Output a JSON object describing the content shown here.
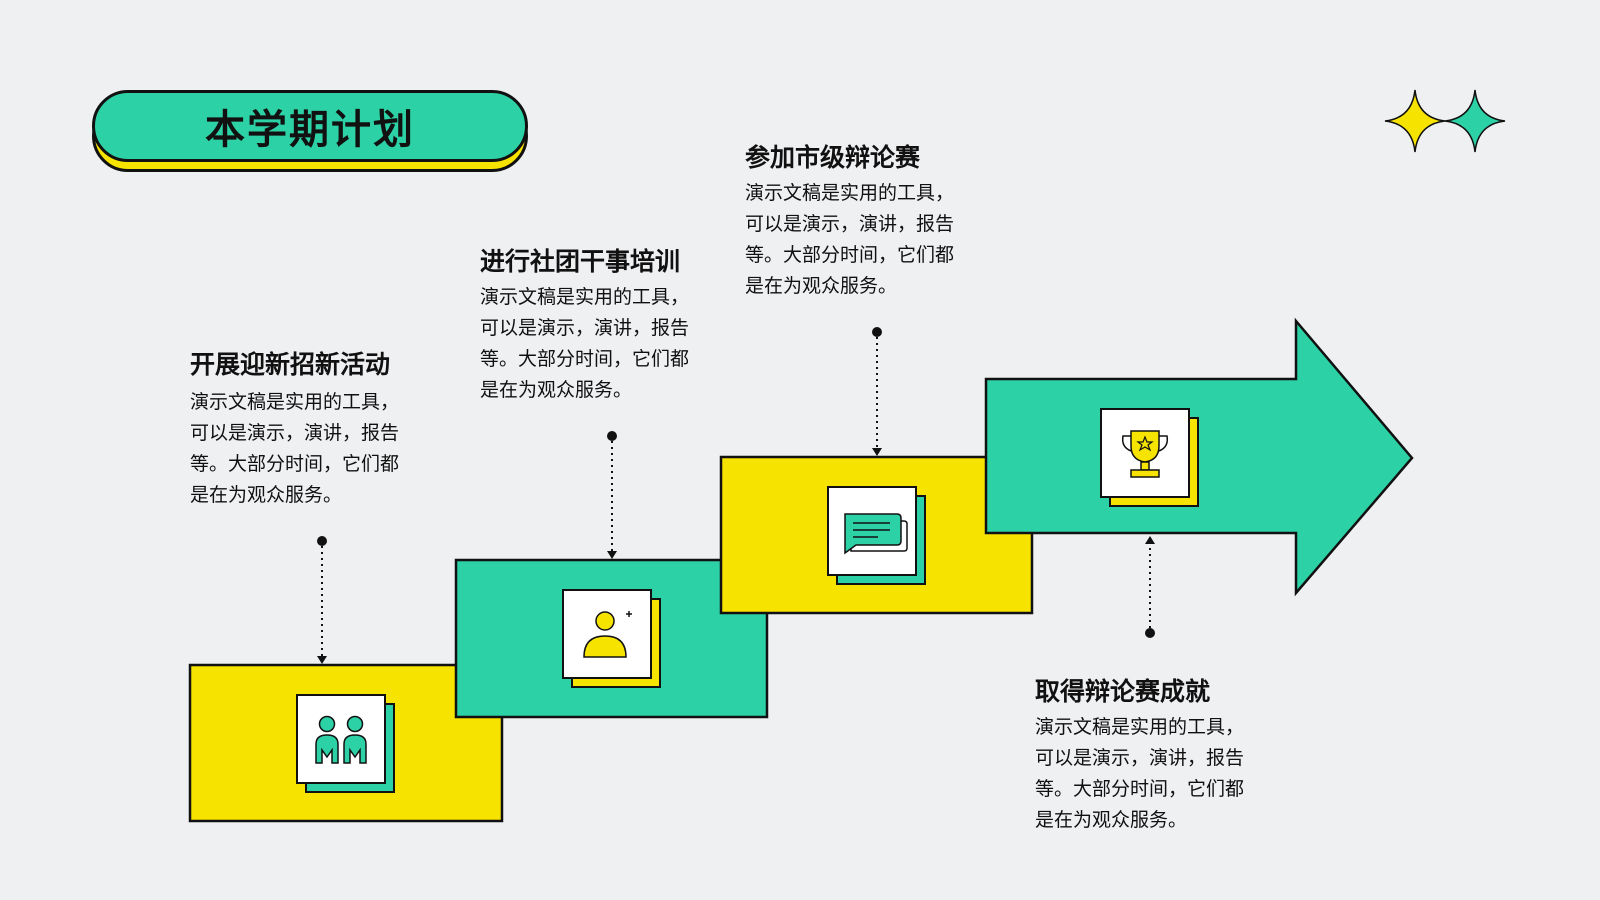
{
  "title": "本学期计划",
  "colors": {
    "green": "#2dd1a6",
    "yellow": "#f7e300",
    "outline": "#111111",
    "background": "#eff0f2"
  },
  "steps": [
    {
      "title": "开展迎新招新活动",
      "desc": [
        "演示文稿是实用的工具，",
        "可以是演示，演讲，报告",
        "等。大部分时间，它们都",
        "是在为观众服务。"
      ],
      "icon": "people-icon",
      "block_color": "yellow"
    },
    {
      "title": "进行社团干事培训",
      "desc": [
        "演示文稿是实用的工具，",
        "可以是演示，演讲，报告",
        "等。大部分时间，它们都",
        "是在为观众服务。"
      ],
      "icon": "add-user-icon",
      "block_color": "green"
    },
    {
      "title": "参加市级辩论赛",
      "desc": [
        "演示文稿是实用的工具，",
        "可以是演示，演讲，报告",
        "等。大部分时间，它们都",
        "是在为观众服务。"
      ],
      "icon": "chat-icon",
      "block_color": "yellow"
    },
    {
      "title": "取得辩论赛成就",
      "desc": [
        "演示文稿是实用的工具，",
        "可以是演示，演讲，报告",
        "等。大部分时间，它们都",
        "是在为观众服务。"
      ],
      "icon": "trophy-icon",
      "block_color": "green"
    }
  ],
  "decoration": {
    "stars": "sparkle-stars-icon"
  }
}
